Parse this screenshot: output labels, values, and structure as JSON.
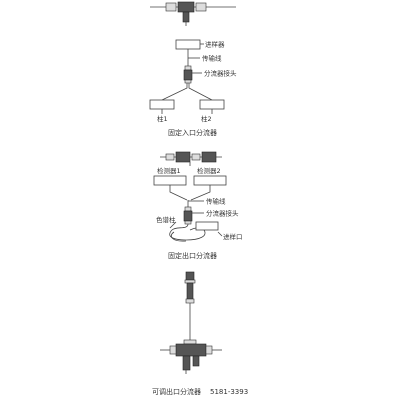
{
  "inlet": {
    "label_injector": "进样器",
    "label_transfer_line": "传输线",
    "label_splitter_fitting": "分流器接头",
    "label_column1": "柱1",
    "label_column2": "柱2",
    "caption": "固定入口分流器"
  },
  "outlet": {
    "label_detector1": "检测器1",
    "label_detector2": "检测器2",
    "label_transfer_line": "传输线",
    "label_splitter_fitting": "分流器接头",
    "label_column": "色谱柱",
    "label_inlet_port": "进样口",
    "caption": "固定出口分流器"
  },
  "adjustable": {
    "caption": "可调出口分流器",
    "part_number": "5181-3393"
  }
}
